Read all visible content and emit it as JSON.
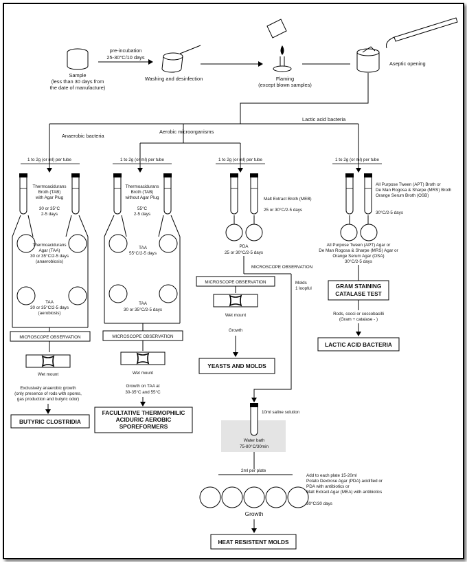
{
  "top": {
    "sample": [
      "Sample",
      "(less than 30 days from",
      "the date of manufacture)"
    ],
    "preincubation": [
      "pre-incubation",
      "25-30°C/10 days"
    ],
    "washing": "Washing and desinfection",
    "flaming": [
      "Flaming",
      "(except blown samples)"
    ],
    "aseptic": "Aseptic opening"
  },
  "branches": {
    "anaerobic": "Anaerobic bacteria",
    "aerobic": "Aerobic microorganisms",
    "lactic": "Lactic acid bacteria",
    "per_tube": "1 to 2g (or ml) per tube"
  },
  "col1": {
    "broth": [
      "Thermoacidurans",
      "Broth (TAB)",
      "with Agar Plug"
    ],
    "incub": [
      "30 or 35°C",
      "2-5 days"
    ],
    "taa_anaer": [
      "Thermoacidurans",
      "Agar (TAA)",
      "30 or 35°C/2-5 days",
      "(anaerobiosis)"
    ],
    "taa_aer": [
      "TAA",
      "30 or 35°C/2-5 days",
      "(aerobiosis)"
    ],
    "micro": "MICROSCOPE OBSERVATION",
    "wet": "Wet mount",
    "note": [
      "Exclusively anaerobic growth",
      "(only presence of rods with spores,",
      "gas production and butyric odor)"
    ],
    "result": "BUTYRIC CLOSTRIDIA"
  },
  "col2": {
    "broth": [
      "Thermoacidurans",
      "Broth (TAB)",
      "without Agar Plug"
    ],
    "incub": [
      "55°C",
      "2-5 days"
    ],
    "taa1": [
      "TAA",
      "55°C/2-5 days"
    ],
    "taa2": [
      "TAA",
      "30 or 35°C/2-5 days"
    ],
    "micro": "MICROSCOPE OBSERVATION",
    "wet": "Wet mount",
    "note": [
      "Growth on TAA at",
      "30-35°C and 55°C"
    ],
    "result": [
      "FACULTATIVE THERMOPHILIC",
      "ACIDURIC AEROBIC",
      "SPOREFORMERS"
    ]
  },
  "col3": {
    "broth": "Malt Extract Broth (MEB)",
    "incub": "25 or 30°C/2-5 days",
    "pda": [
      "PDA",
      "25 or 30°C/2-5 days"
    ],
    "micro_right": "MICROSCOPE OBSERVATION",
    "micro": "MICROSCOPE OBSERVATION",
    "wet": "Wet mount",
    "growth": "Growth",
    "molds": [
      "Molds",
      "1 loopful"
    ],
    "result": "YEASTS AND MOLDS"
  },
  "col4": {
    "broth": [
      "All Purpose Tween (APT) Broth or",
      "De Man Rogosa & Sharpe (MRS) Broth",
      "Orange Serum Broth (OSB)"
    ],
    "incub": "30°C/2-5 days",
    "agar": [
      "All Purpose Tween (APT) Agar or",
      "De Man Rogosa & Sharpe (MRS) Agar or",
      "Orange Serum Agar (OSA)",
      "30°C/2-5 days"
    ],
    "test": [
      "GRAM STAINING",
      "CATALASE TEST"
    ],
    "note": [
      "Rods, cocci or coccobacilli",
      "(Gram + catalase - )"
    ],
    "result": "LACTIC ACID BACTERIA"
  },
  "bottom": {
    "saline": "10ml saline solution",
    "waterbath": [
      "Water bath",
      "75-80°C/30min"
    ],
    "per_plate": "2ml per plate",
    "add": [
      "Add to each plate 15-20ml",
      "Potato Dextrose Agar (PDA) acidified or",
      "PDA with antibiotics or",
      "Malt Extract Agar (MEA) with antibiotics"
    ],
    "incub": "30°C/30 days",
    "growth": "Growth",
    "result": "HEAT RESISTENT MOLDS"
  }
}
